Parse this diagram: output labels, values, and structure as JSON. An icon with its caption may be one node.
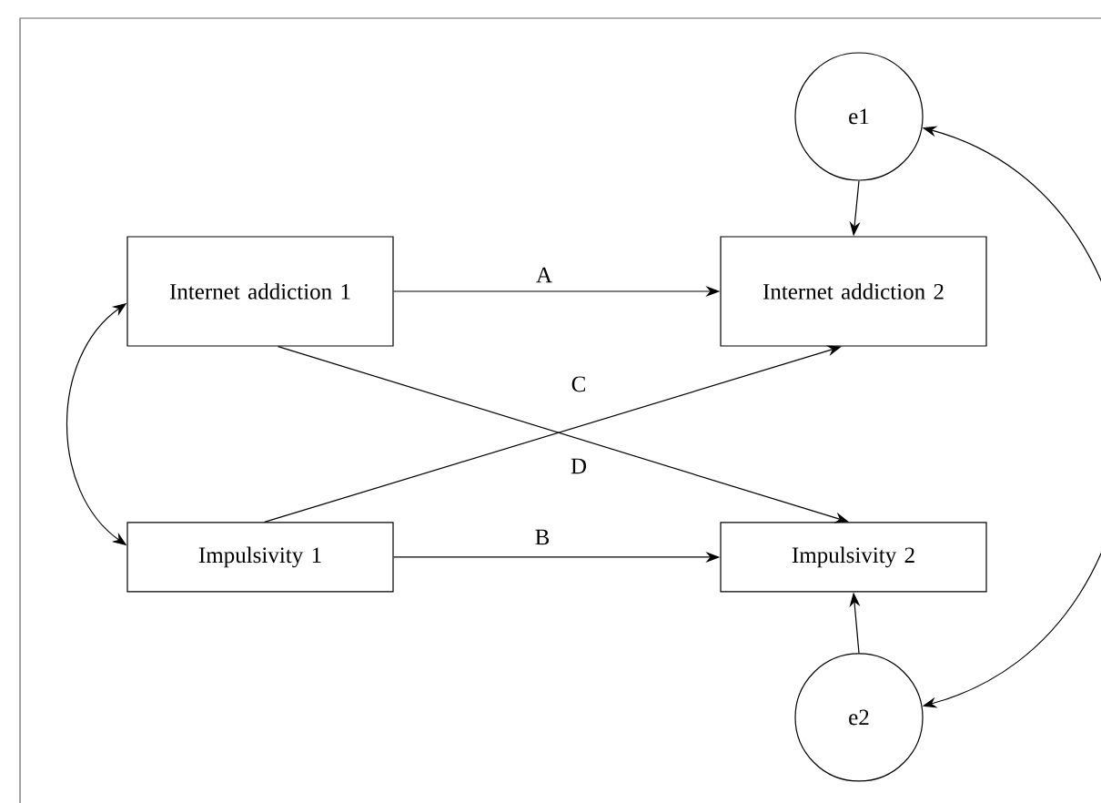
{
  "diagram": {
    "nodes": [
      {
        "text": [
          "e1"
        ]
      },
      {
        "text": [
          "Internet addiction 1"
        ]
      },
      {
        "text": [
          "Internet addiction 2"
        ]
      },
      {
        "text": [
          "Impulsivity 1"
        ]
      },
      {
        "text": [
          "Impulsivity 2"
        ]
      },
      {
        "text": [
          "e2"
        ]
      }
    ],
    "edges": [
      {
        "from": 0,
        "to": 2,
        "arrow": "to"
      },
      {
        "from": 1,
        "to": 2,
        "arrow": "to",
        "label": "A"
      },
      {
        "from": 1,
        "to": 4,
        "arrow": "to",
        "label": "D"
      },
      {
        "from": 3,
        "to": 2,
        "arrow": "to",
        "label": "C"
      },
      {
        "from": 3,
        "to": 4,
        "arrow": "to",
        "label": "B"
      },
      {
        "from": 5,
        "to": 4,
        "arrow": "to"
      },
      {
        "from": 1,
        "to": 3,
        "arrow": "both"
      },
      {
        "from": 0,
        "to": 5,
        "arrow": "both"
      }
    ]
  }
}
